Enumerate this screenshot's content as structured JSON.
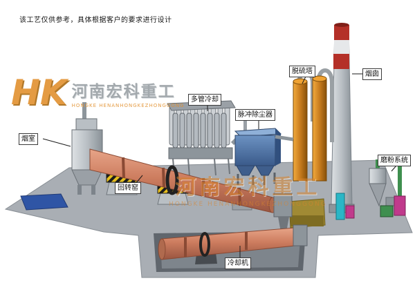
{
  "note": "该工艺仅供参考，具体根据客户的要求进行设计",
  "watermark": {
    "logo_abbr": "HK",
    "brand_cn": "河南宏科重工",
    "brand_en": "HONGKE HENANHONGKEZHONGGONG"
  },
  "labels": {
    "smoke_chamber": "烟室",
    "rotary_kiln": "回转窑",
    "multi_tube_cooler": "多管冷却",
    "pulse_dust_collector": "脉冲除尘器",
    "desulfurization_tower": "脱硫塔",
    "chimney": "烟囱",
    "grinding_system": "磨粉系统",
    "cooling_machine": "冷却机"
  },
  "colors": {
    "kiln": "#cf8064",
    "dust_collector": "#44699e",
    "tower": "#c87c1e",
    "chimney_band": "#b43028",
    "watermark": "#d9852e",
    "ground": "#a9aeb4",
    "hazard_yellow": "#e6be1e"
  }
}
